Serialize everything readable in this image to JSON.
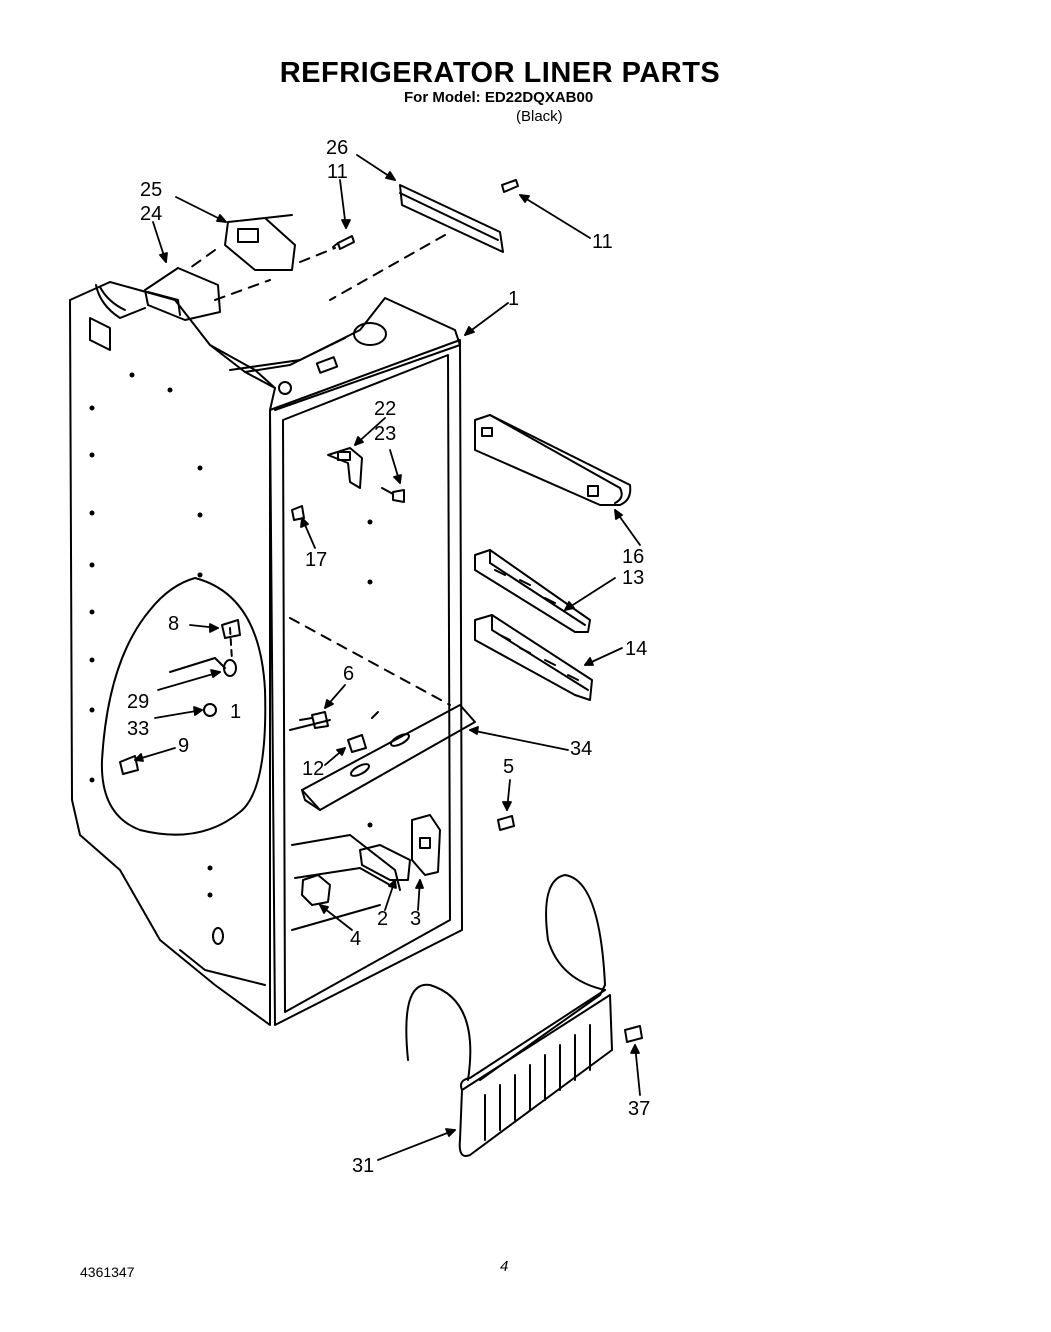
{
  "header": {
    "title": "REFRIGERATOR LINER PARTS",
    "model_line": "For Model: ED22DQXAB00",
    "color_line": "(Black)"
  },
  "footer": {
    "document_number": "4361347",
    "page_number": "4"
  },
  "callouts": {
    "c26": "26",
    "c11a": "11",
    "c11b": "11",
    "c25": "25",
    "c24": "24",
    "c1": "1",
    "c22": "22",
    "c23": "23",
    "c17": "17",
    "c16": "16",
    "c13": "13",
    "c14": "14",
    "c8": "8",
    "c29": "29",
    "c33": "33",
    "c9": "9",
    "c6": "6",
    "c12": "12",
    "c34": "34",
    "c5": "5",
    "c2": "2",
    "c3": "3",
    "c4": "4",
    "c37": "37",
    "c31": "31",
    "c_i": "1"
  }
}
